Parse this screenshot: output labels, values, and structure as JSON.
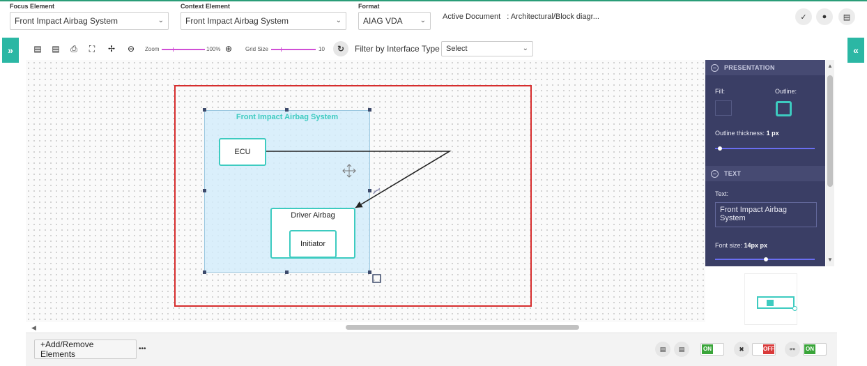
{
  "header": {
    "focus_label": "Focus Element",
    "focus_value": "Front Impact Airbag System",
    "context_label": "Context Element",
    "context_value": "Front Impact Airbag System",
    "format_label": "Format",
    "format_value": "AIAG VDA",
    "active_doc_label": "Active Document",
    "active_doc_value": ": Architectural/Block diagr...",
    "icons": [
      "vector-icon",
      "water-drop-icon",
      "chart-icon"
    ]
  },
  "sidebar": {
    "expand_left": "»",
    "expand_right": "«"
  },
  "toolbar": {
    "zoom_label": "Zoom",
    "zoom_value": "100%",
    "grid_label": "Grid Size",
    "grid_value": "10",
    "filter_label": "Filter by Interface Type",
    "filter_value": "Select"
  },
  "diagram": {
    "system_title": "Front Impact Airbag System",
    "blocks": [
      "ECU",
      "Driver Airbag",
      "Initiator"
    ]
  },
  "panel": {
    "presentation_header": "PRESENTATION",
    "fill_label": "Fill:",
    "outline_label": "Outline:",
    "thickness_label": "Outline thickness:",
    "thickness_value": "1 px",
    "text_header": "TEXT",
    "text_label": "Text:",
    "text_value": "Front Impact Airbag System",
    "fontsize_label": "Font size:",
    "fontsize_value": "14px px",
    "accent_color": "#3dcbc0"
  },
  "bottom": {
    "add_remove_label": "+Add/Remove Elements",
    "more_label": "•••",
    "toggle1": "ON",
    "toggle2": "OFF",
    "toggle3": "ON"
  }
}
